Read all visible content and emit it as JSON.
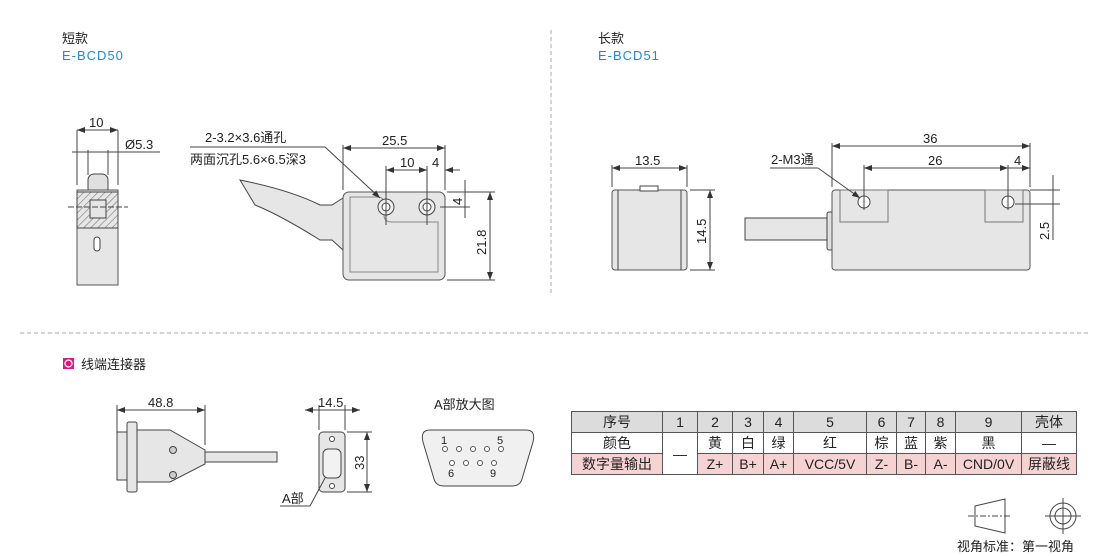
{
  "short": {
    "title": "短款",
    "model": "E-BCD50",
    "dims": {
      "width_side": "10",
      "diameter": "Ø5.3",
      "length": "25.5",
      "pitch": "10",
      "edge": "4",
      "hole_offset": "4",
      "height": "21.8"
    },
    "hole_note_1": "2-3.2×3.6通孔",
    "hole_note_2": "两面沉孔5.6×6.5深3"
  },
  "long": {
    "title": "长款",
    "model": "E-BCD51",
    "dims": {
      "width_side": "13.5",
      "height_side": "14.5",
      "length": "36",
      "pitch": "26",
      "edge": "4",
      "hole_offset": "2.5"
    },
    "hole_note": "2-M3通"
  },
  "connector": {
    "title": "线端连接器",
    "length": "48.8",
    "width": "14.5",
    "height": "33",
    "part_label": "A部",
    "enlarged_title": "A部放大图",
    "pins": {
      "p1": "1",
      "p5": "5",
      "p6": "6",
      "p9": "9"
    }
  },
  "table": {
    "header": [
      "序号",
      "1",
      "2",
      "3",
      "4",
      "5",
      "6",
      "7",
      "8",
      "9",
      "壳体"
    ],
    "color_row": [
      "颜色",
      "黄",
      "白",
      "绿",
      "红",
      "棕",
      "蓝",
      "紫",
      "黑",
      "—"
    ],
    "output_row": [
      "数字量输出",
      "Z+",
      "B+",
      "A+",
      "VCC/5V",
      "Z-",
      "B-",
      "A-",
      "CND/0V",
      "屏蔽线"
    ],
    "pin1_value": "—"
  },
  "projection": {
    "label": "视角标准：第一视角"
  },
  "colors": {
    "accent_blue": "#1a8ccf",
    "section_marker": "#e0177a",
    "header_bg": "#dcdcdc",
    "output_bg": "#f6d3d3"
  }
}
